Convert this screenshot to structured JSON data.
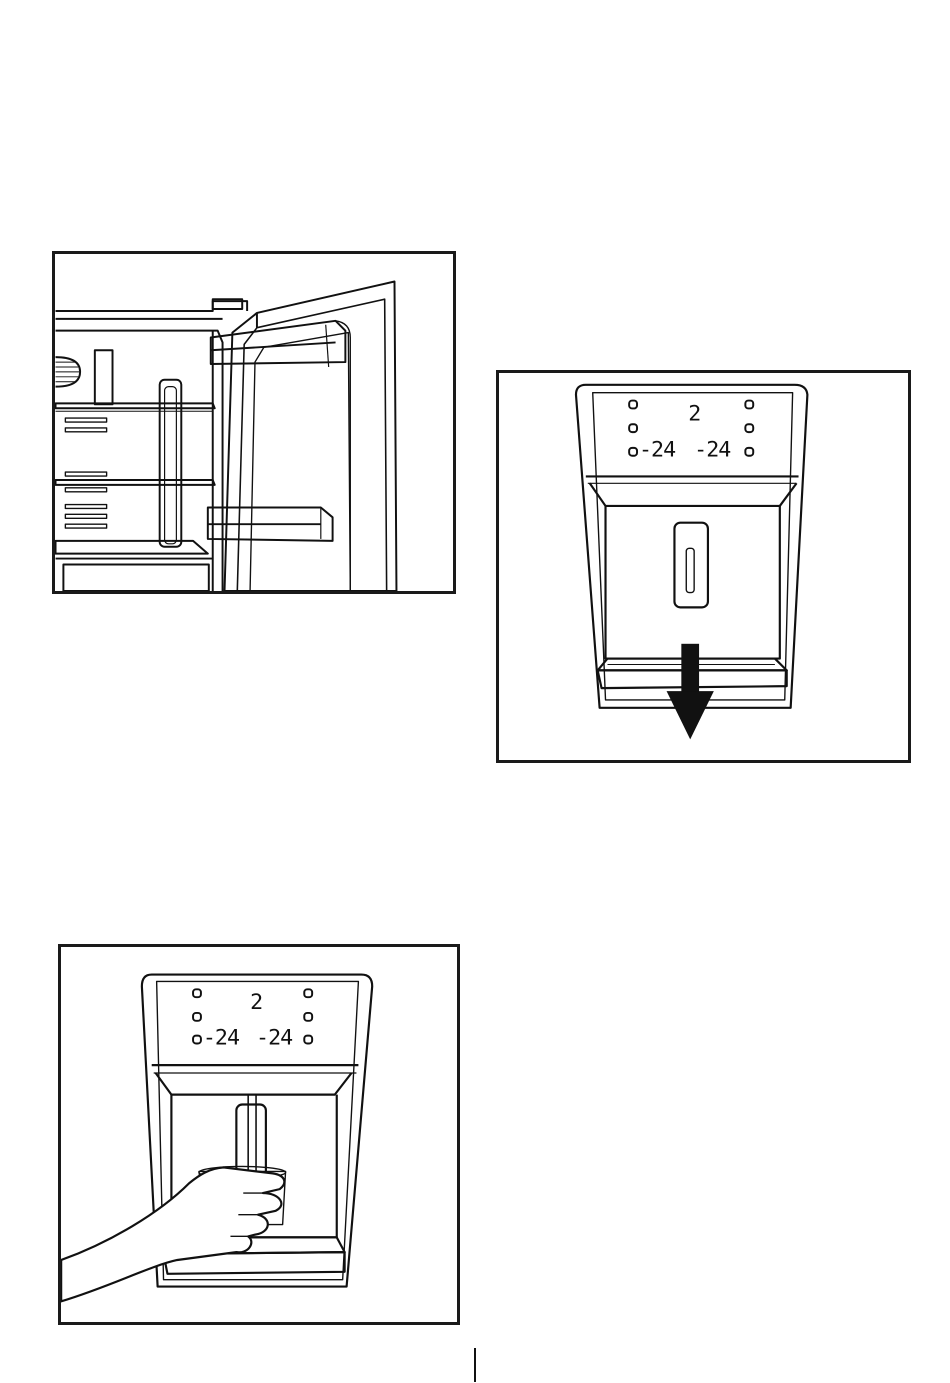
{
  "colors": {
    "line": "#111111",
    "background": "#ffffff"
  },
  "figures": {
    "fridge": {
      "icon": "refrigerator-open-door-illustration"
    },
    "tray": {
      "icon": "dispenser-drip-tray-removal-illustration",
      "display": {
        "top_value": "2",
        "left_value": "-24",
        "right_value": "-24"
      }
    },
    "dispense": {
      "icon": "glass-pressing-dispenser-illustration",
      "display": {
        "top_value": "2",
        "left_value": "-24",
        "right_value": "-24"
      }
    }
  }
}
